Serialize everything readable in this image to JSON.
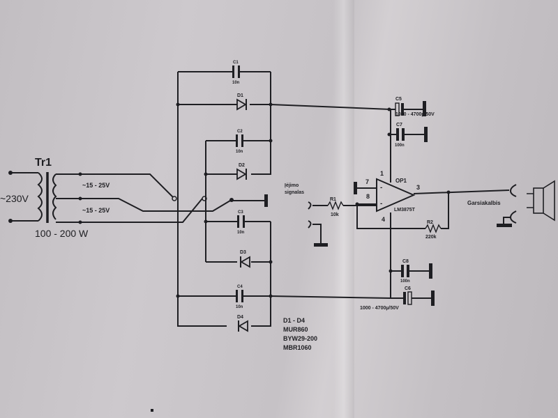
{
  "transformer": {
    "name": "Tr1",
    "primary_voltage": "~230V",
    "power_rating": "100 - 200 W",
    "secondary_1": "~15 - 25V",
    "secondary_2": "~15 - 25V"
  },
  "capacitors": {
    "c1": {
      "name": "C1",
      "value": "10n"
    },
    "c2": {
      "name": "C2",
      "value": "10n"
    },
    "c3": {
      "name": "C3",
      "value": "10n"
    },
    "c4": {
      "name": "C4",
      "value": "10n"
    },
    "c5": {
      "name": "C5",
      "value": "1000 - 4700µ/50V"
    },
    "c6": {
      "name": "C6",
      "value": "1000 - 4700µ/50V"
    },
    "c7": {
      "name": "C7",
      "value": "100n"
    },
    "c8": {
      "name": "C8",
      "value": "100n"
    }
  },
  "diodes": {
    "d1": "D1",
    "d2": "D2",
    "d3": "D3",
    "d4": "D4"
  },
  "diode_notes": {
    "title": "D1 - D4",
    "options": [
      "MUR860",
      "BYW29-200",
      "MBR1060"
    ]
  },
  "opamp": {
    "name": "OP1",
    "part": "LM3875T",
    "pin_1": "1",
    "pin_3": "3",
    "pin_4": "4",
    "pin_7": "7",
    "pin_8": "8"
  },
  "resistors": {
    "r1": {
      "name": "R1",
      "value": "10k"
    },
    "r2": {
      "name": "R2",
      "value": "220k"
    }
  },
  "input": {
    "label_line1": "Įėjimo",
    "label_line2": "signalas"
  },
  "output": {
    "label": "Garsiakalbis"
  }
}
